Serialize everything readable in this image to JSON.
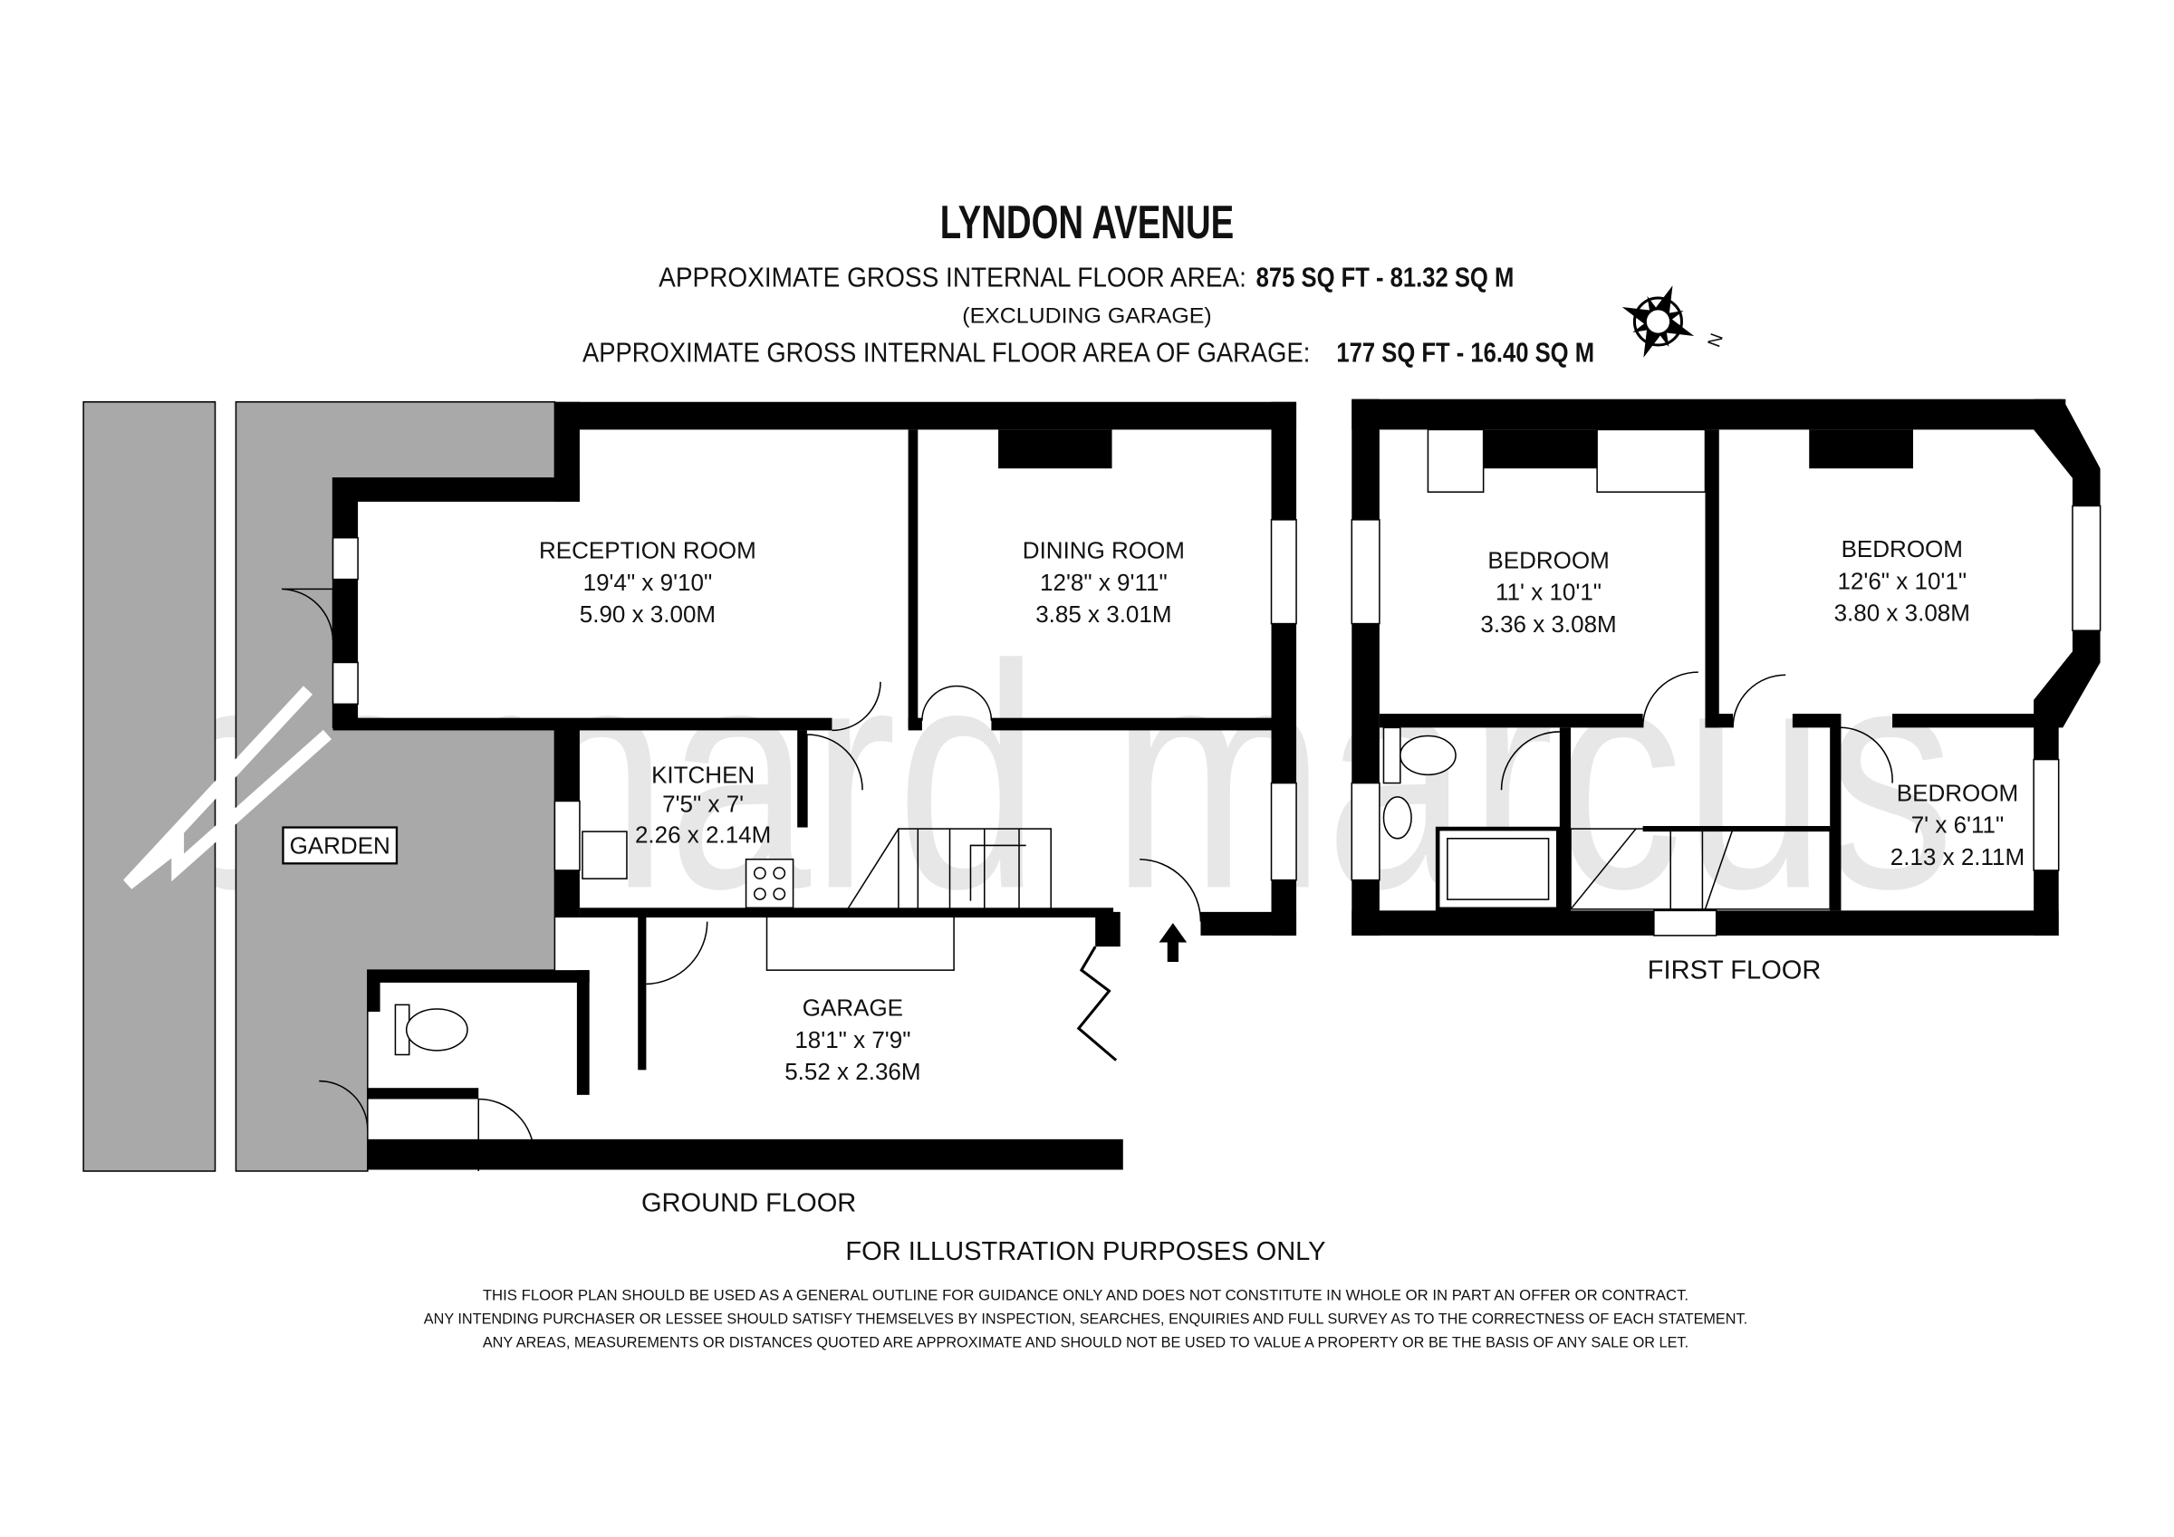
{
  "header": {
    "title": "LYNDON AVENUE",
    "area_label": "APPROXIMATE GROSS INTERNAL FLOOR AREA:",
    "area_value": "875 SQ FT  -  81.32 SQ M",
    "area_note": "(EXCLUDING GARAGE)",
    "garage_area_label": "APPROXIMATE GROSS INTERNAL FLOOR AREA OF GARAGE:",
    "garage_area_value": "177 SQ FT  -  16.40 SQ M"
  },
  "compass": {
    "icon": "compass-rose-icon",
    "north_label": "N"
  },
  "watermark": "barnard marcus",
  "ground_floor": {
    "label": "GROUND FLOOR",
    "rooms": [
      {
        "name": "RECEPTION ROOM",
        "imperial": "19'4\" x 9'10\"",
        "metric": "5.90 x 3.00M"
      },
      {
        "name": "DINING ROOM",
        "imperial": "12'8\" x 9'11\"",
        "metric": "3.85 x 3.01M"
      },
      {
        "name": "KITCHEN",
        "imperial": "7'5\" x 7'",
        "metric": "2.26 x 2.14M"
      },
      {
        "name": "GARAGE",
        "imperial": "18'1\" x 7'9\"",
        "metric": "5.52 x 2.36M"
      },
      {
        "name": "GARDEN"
      }
    ]
  },
  "first_floor": {
    "label": "FIRST FLOOR",
    "rooms": [
      {
        "name": "BEDROOM",
        "imperial": "11' x 10'1\"",
        "metric": "3.36 x 3.08M"
      },
      {
        "name": "BEDROOM",
        "imperial": "12'6\" x 10'1\"",
        "metric": "3.80 x 3.08M"
      },
      {
        "name": "BEDROOM",
        "imperial": "7' x 6'11\"",
        "metric": "2.13 x 2.11M"
      }
    ]
  },
  "footer": {
    "illustration": "FOR ILLUSTRATION PURPOSES ONLY",
    "disclaimer": [
      "THIS FLOOR PLAN SHOULD BE USED AS A GENERAL OUTLINE FOR GUIDANCE ONLY AND DOES NOT CONSTITUTE IN WHOLE OR IN PART AN OFFER OR CONTRACT.",
      "ANY INTENDING PURCHASER OR LESSEE SHOULD SATISFY THEMSELVES BY INSPECTION, SEARCHES, ENQUIRIES AND FULL SURVEY AS TO THE CORRECTNESS OF EACH STATEMENT.",
      "ANY AREAS, MEASUREMENTS OR DISTANCES QUOTED ARE APPROXIMATE AND SHOULD NOT BE USED TO VALUE A PROPERTY OR BE THE BASIS OF ANY SALE OR LET."
    ]
  }
}
